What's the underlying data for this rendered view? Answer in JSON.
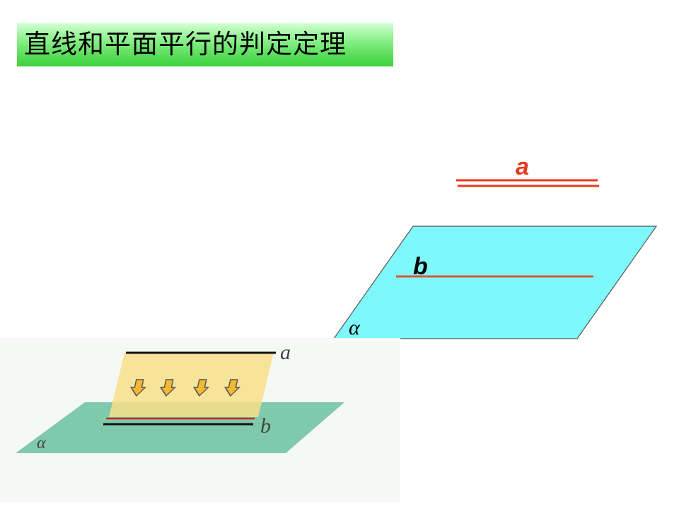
{
  "title": "直线和平面平行的判定定理",
  "right_diagram": {
    "line_a_label": "a",
    "line_b_label": "b",
    "plane_label": "α",
    "colors": {
      "plane_fill": "#7ff8fb",
      "plane_stroke": "#555555",
      "line_a": "#e8391a",
      "line_a_label": "#e8391a",
      "line_b": "#d9563e"
    }
  },
  "left_diagram": {
    "line_a_label": "a",
    "line_b_label": "b",
    "plane_label": "α",
    "arrow_count": 4,
    "colors": {
      "plane_fill": "#7fc9ad",
      "projection_fill": "#f8df8a",
      "arrow_fill": "#f5b830",
      "line_black": "#111111",
      "line_red": "#c8281e",
      "label": "#444444"
    }
  }
}
